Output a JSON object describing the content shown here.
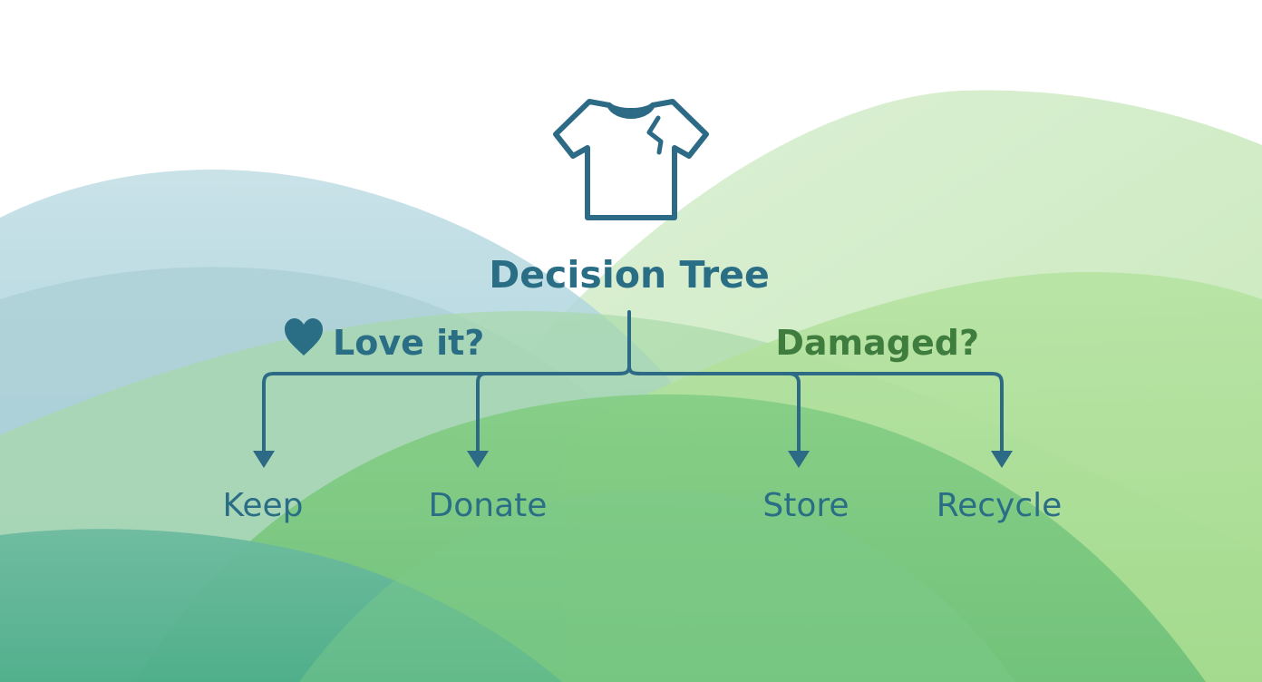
{
  "diagram": {
    "title": "Decision Tree",
    "root_icon": "t-shirt-icon",
    "branches": [
      {
        "question": "Love it?",
        "question_icon": "heart-icon",
        "question_color": "#2A6E86",
        "outcomes": [
          "Keep",
          "Donate"
        ]
      },
      {
        "question": "Damaged?",
        "question_color": "#3F7D3F",
        "outcomes": [
          "Store",
          "Recycle"
        ]
      }
    ]
  },
  "colors": {
    "line": "#2C6A85",
    "title": "#2A6E86",
    "outcome": "#2A6E86",
    "hill_blue": "#9CC9D3",
    "hill_green": "#8FD08A",
    "hill_teal": "#5DB79C"
  }
}
